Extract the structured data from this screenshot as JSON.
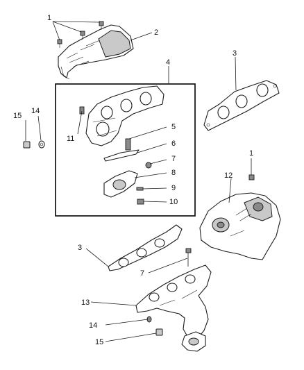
{
  "callouts": {
    "c1_top": "1",
    "c2": "2",
    "c3_top": "3",
    "c4": "4",
    "c5": "5",
    "c6": "6",
    "c7_box": "7",
    "c8": "8",
    "c9": "9",
    "c10": "10",
    "c11": "11",
    "c12": "12",
    "c1_right": "1",
    "c14_left": "14",
    "c15_left": "15",
    "c3_bottom": "3",
    "c7_bottom": "7",
    "c13": "13",
    "c14_bottom": "14",
    "c15_bottom": "15"
  }
}
